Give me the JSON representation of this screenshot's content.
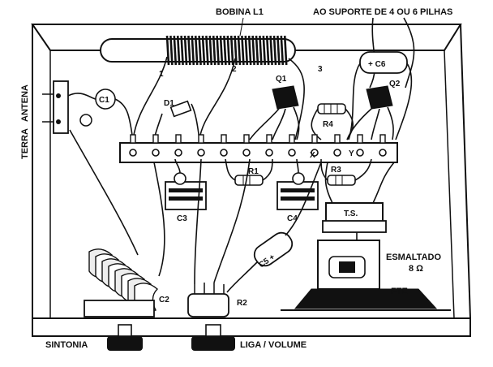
{
  "labels": {
    "bobina": "BOBINA L1",
    "suporte": "AO SUPORTE DE 4 OU 6 PILHAS",
    "antena": "ANTENA",
    "terra": "TERRA",
    "c1": "C1",
    "d1": "D1",
    "q1": "Q1",
    "q2": "Q2",
    "c6": "+ C6",
    "r4": "R4",
    "r1": "R1",
    "r3": "R3",
    "c3": "C3",
    "c4": "C4",
    "c5": "C5 +",
    "c2": "C2",
    "r2": "R2",
    "x": "X",
    "y": "Y",
    "ts": "T.S.",
    "esmaltado": "ESMALTADO",
    "ohm": "8 Ω",
    "fte": "FTE",
    "sintonia": "SINTONIA",
    "liga": "LIGA / VOLUME",
    "coil_tap1": "1",
    "coil_tap2": "2",
    "coil_tap3": "3"
  },
  "colors": {
    "ink": "#111111",
    "paper": "#ffffff"
  }
}
